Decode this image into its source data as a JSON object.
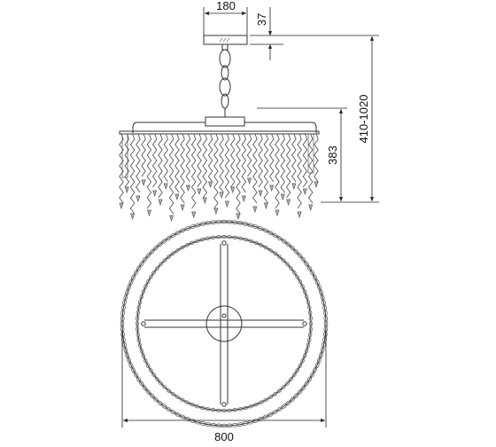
{
  "dimensions": {
    "canopy_width": "180",
    "canopy_height": "37",
    "total_height": "410-1020",
    "body_height": "383",
    "diameter": "800"
  },
  "colors": {
    "line": "#333333",
    "text": "#111111",
    "crystal": "#555555",
    "background": "#ffffff"
  }
}
